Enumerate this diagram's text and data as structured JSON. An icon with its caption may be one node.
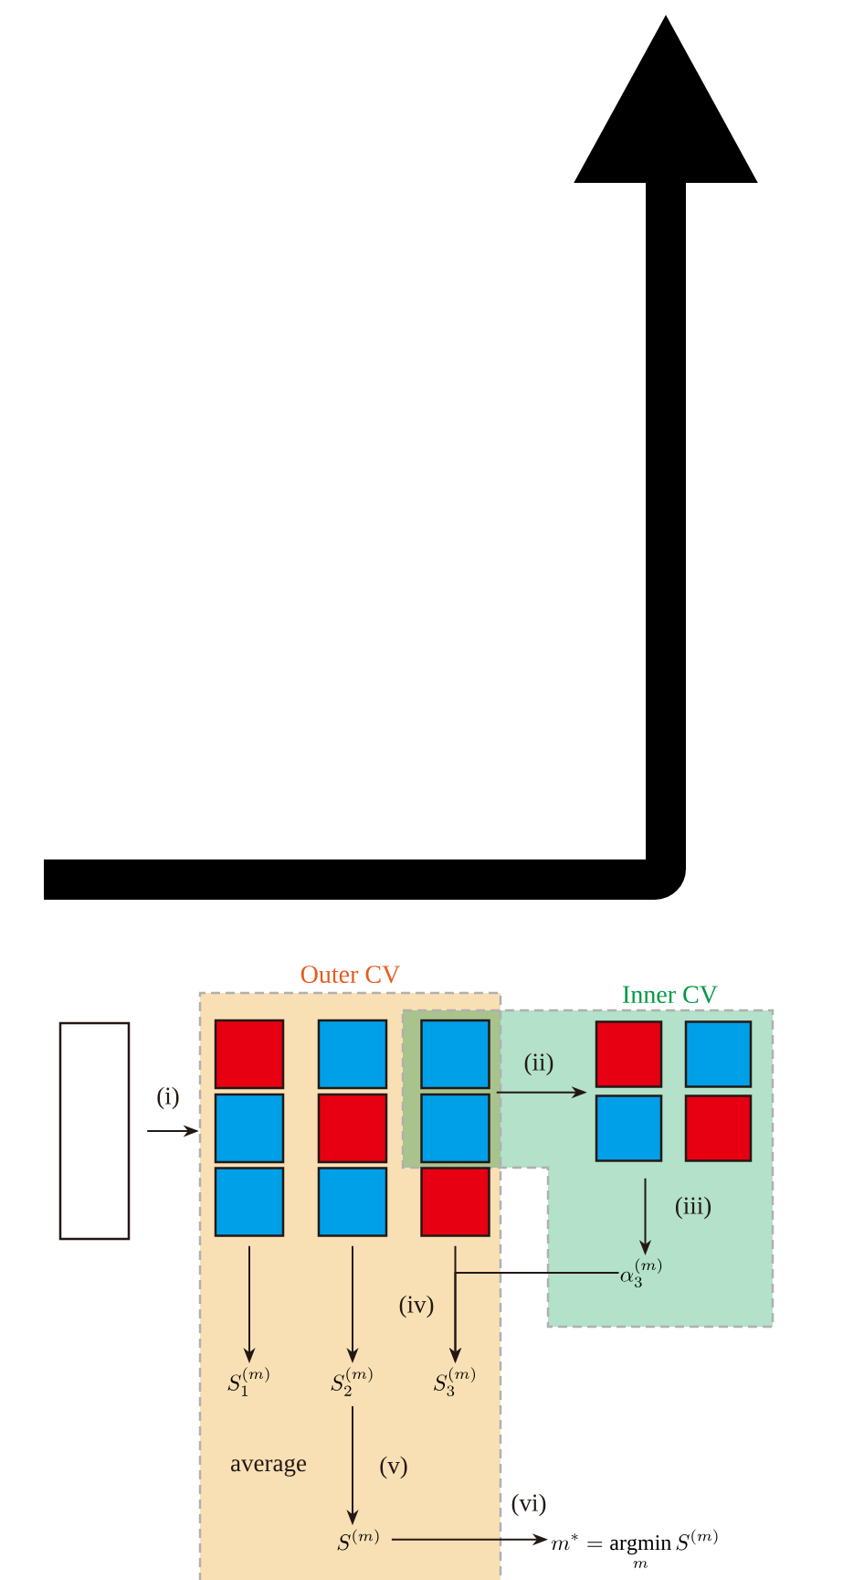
{
  "diagram": {
    "nodes": [
      {
        "text": [],
        "shape": "box"
      },
      {
        "text": [
          "Outer CV"
        ]
      },
      {
        "text": [
          "Inner CV"
        ]
      },
      {
        "text": [],
        "shape": "box",
        "in": 1
      },
      {
        "text": [],
        "shape": "box",
        "in": 1
      },
      {
        "text": [],
        "shape": "box"
      },
      {
        "text": [],
        "shape": "box",
        "in": 1
      },
      {
        "text": [],
        "shape": "box",
        "in": 1
      },
      {
        "text": [],
        "shape": "box"
      },
      {
        "text": [],
        "shape": "box",
        "in": 1
      },
      {
        "text": [],
        "shape": "box",
        "in": 1
      },
      {
        "text": [],
        "shape": "box",
        "in": 1
      },
      {
        "text": [],
        "shape": "box",
        "in": 2
      },
      {
        "text": [],
        "shape": "box",
        "in": 2
      },
      {
        "text": [],
        "shape": "box",
        "in": 2
      },
      {
        "text": [],
        "shape": "box",
        "in": 2
      },
      {
        "text": [
          "S_1^{(m)}"
        ],
        "in": 1
      },
      {
        "text": [
          "S_2^{(m)}"
        ],
        "in": 1
      },
      {
        "text": [
          "S_3^{(m)}"
        ],
        "in": 1
      },
      {
        "text": [
          "\\alpha_3^{(m)}"
        ],
        "in": 2
      },
      {
        "text": [
          "S^{(m)}"
        ],
        "in": 1
      },
      {
        "text": [
          "m^* = \\operatorname*{argmin}_m S^{(m)}"
        ]
      }
    ],
    "edges": [
      {
        "from": 0,
        "to": 1,
        "arrow": "to",
        "label": "(i)"
      },
      {
        "from": 5,
        "to": 12,
        "arrow": "to",
        "label": "(ii)"
      },
      {
        "from": 14,
        "to": 19,
        "arrow": "to",
        "label": "(iii)"
      },
      {
        "from": 9,
        "to": 16,
        "arrow": "to"
      },
      {
        "from": 10,
        "to": 17,
        "arrow": "to"
      },
      {
        "from": 11,
        "to": 18,
        "arrow": "to",
        "label": "(iv)"
      },
      {
        "from": 19,
        "to": 18,
        "arrow": "to"
      },
      {
        "from": 17,
        "to": 20,
        "arrow": "to",
        "label": "(v)"
      },
      {
        "from": 20,
        "to": 21,
        "arrow": "to",
        "label": "(vi)"
      }
    ],
    "labels": [
      "average"
    ]
  }
}
